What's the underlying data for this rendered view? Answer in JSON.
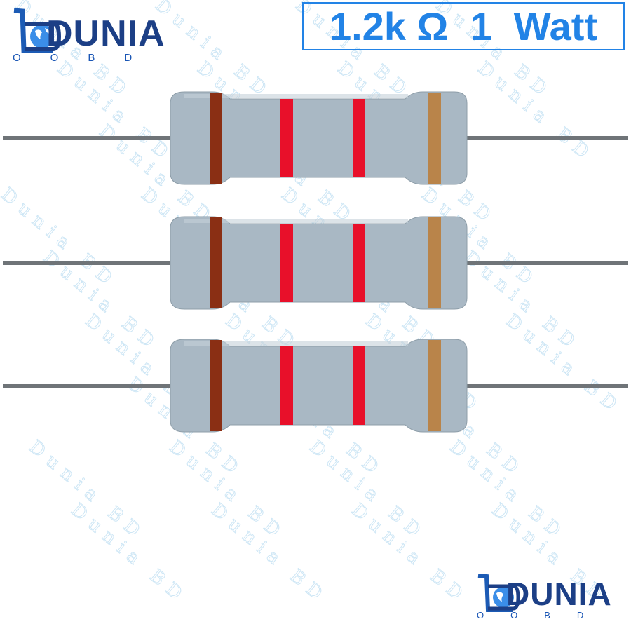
{
  "title": "1.2k Ω  1  Watt",
  "logo": {
    "word": "DUNIA",
    "sub": "OOBD"
  },
  "watermark": "Dunia BD",
  "colors": {
    "title": "#2283e6",
    "logo": "#1c3f86",
    "body": "#a9b8c4",
    "brown": "#8a2f14",
    "red": "#e8102a",
    "gold": "#b9844a"
  },
  "resistors": [
    {
      "bands": [
        "brown",
        "red",
        "red",
        "gold"
      ]
    },
    {
      "bands": [
        "brown",
        "red",
        "red",
        "gold"
      ]
    },
    {
      "bands": [
        "brown",
        "red",
        "red",
        "gold"
      ]
    }
  ]
}
